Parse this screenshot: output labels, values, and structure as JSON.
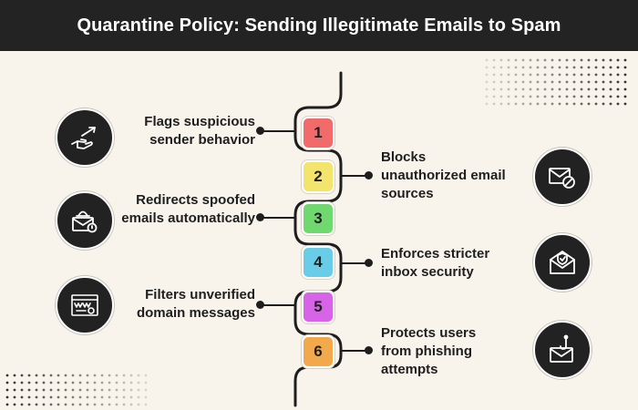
{
  "title": "Quarantine Policy: Sending Illegitimate Emails to Spam",
  "steps": [
    {
      "number": "1",
      "label": "Flags suspicious sender behavior",
      "color": "#f26b6b",
      "side": "left",
      "icon": "hand-pointer-arrow-icon"
    },
    {
      "number": "2",
      "label": "Blocks unauthorized email sources",
      "color": "#f3e46b",
      "side": "right",
      "icon": "envelope-blocked-icon"
    },
    {
      "number": "3",
      "label": "Redirects spoofed emails automatically",
      "color": "#6fd86f",
      "side": "left",
      "icon": "hacker-envelope-icon"
    },
    {
      "number": "4",
      "label": "Enforces stricter inbox security",
      "color": "#69cde8",
      "side": "right",
      "icon": "shield-envelope-icon"
    },
    {
      "number": "5",
      "label": "Filters unverified domain messages",
      "color": "#d763e6",
      "side": "left",
      "icon": "www-browser-gear-icon"
    },
    {
      "number": "6",
      "label": "Protects users from phishing attempts",
      "color": "#f2a94c",
      "side": "right",
      "icon": "phishing-hook-envelope-icon"
    }
  ]
}
